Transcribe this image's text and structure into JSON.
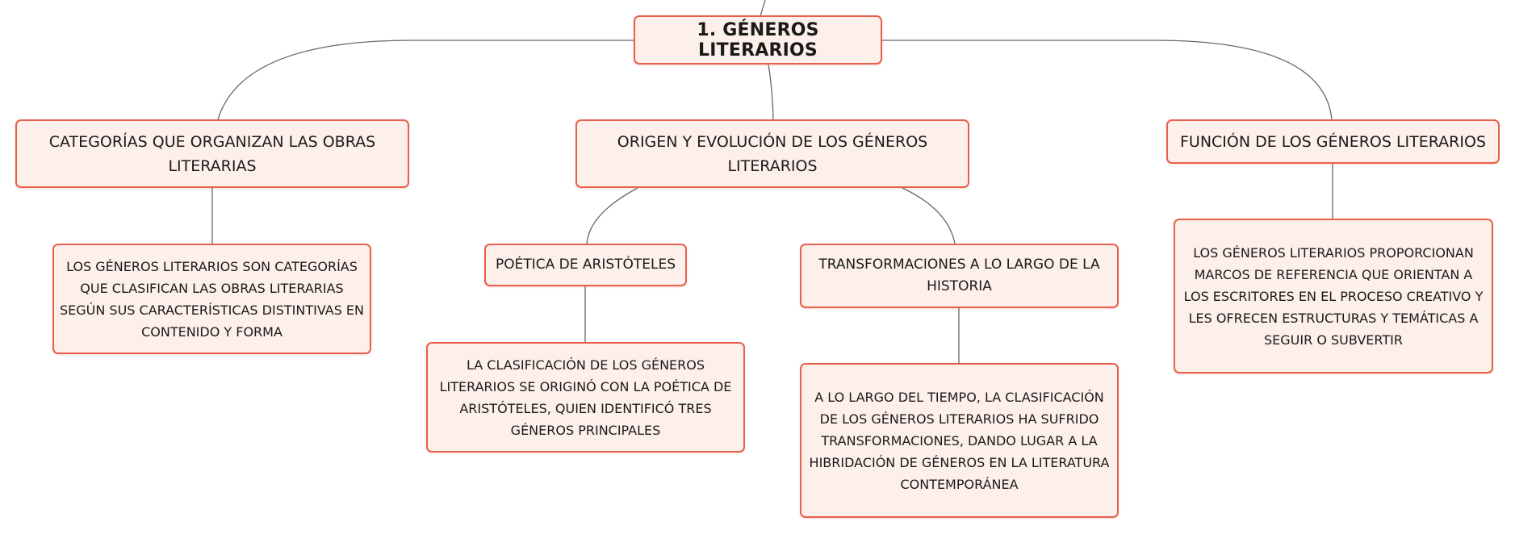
{
  "diagram": {
    "colors": {
      "node_border": "#e8604c",
      "node_fill": "#fdf0ea",
      "connector": "#666666",
      "text": "#1a1a1a"
    },
    "root": {
      "text": "1. GÉNEROS LITERARIOS"
    },
    "branches": {
      "categorias": {
        "title": "CATEGORÍAS QUE ORGANIZAN LAS OBRAS LITERARIAS",
        "detail": "LOS GÉNEROS LITERARIOS SON CATEGORÍAS QUE CLASIFICAN LAS OBRAS LITERARIAS SEGÚN SUS CARACTERÍSTICAS DISTINTIVAS EN CONTENIDO Y FORMA"
      },
      "origen": {
        "title": "ORIGEN Y EVOLUCIÓN DE LOS GÉNEROS LITERARIOS",
        "poetica": {
          "title": "POÉTICA DE ARISTÓTELES",
          "detail": "LA CLASIFICACIÓN DE LOS GÉNEROS LITERARIOS SE ORIGINÓ CON LA POÉTICA DE ARISTÓTELES, QUIEN IDENTIFICÓ TRES GÉNEROS PRINCIPALES"
        },
        "transformaciones": {
          "title": "TRANSFORMACIONES A LO LARGO DE LA HISTORIA",
          "detail": "A LO LARGO DEL TIEMPO, LA CLASIFICACIÓN DE LOS GÉNEROS LITERARIOS HA SUFRIDO TRANSFORMACIONES, DANDO LUGAR A LA HIBRIDACIÓN DE GÉNEROS EN LA LITERATURA CONTEMPORÁNEA"
        }
      },
      "funcion": {
        "title": "FUNCIÓN DE LOS GÉNEROS LITERARIOS",
        "detail": "LOS GÉNEROS LITERARIOS PROPORCIONAN MARCOS DE REFERENCIA QUE ORIENTAN A LOS ESCRITORES EN EL PROCESO CREATIVO Y LES OFRECEN ESTRUCTURAS Y TEMÁTICAS A SEGUIR O SUBVERTIR"
      }
    }
  }
}
